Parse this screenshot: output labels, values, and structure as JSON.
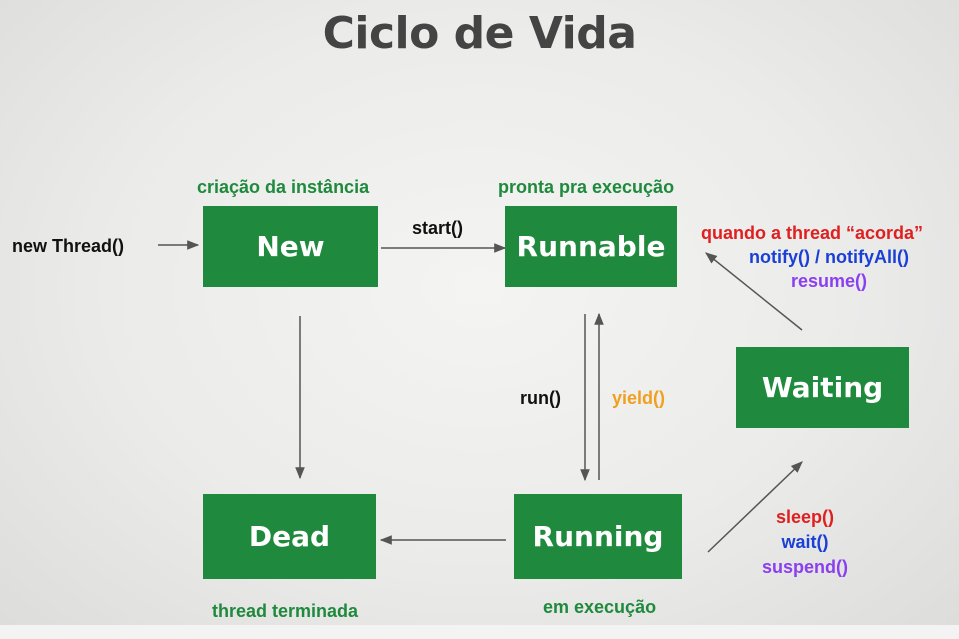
{
  "title": "Ciclo de Vida",
  "states": {
    "new": "New",
    "runnable": "Runnable",
    "waiting": "Waiting",
    "dead": "Dead",
    "running": "Running"
  },
  "labels": {
    "creation": "criação da instância",
    "ready": "pronta pra execução",
    "terminated": "thread terminada",
    "executing": "em execução",
    "new_thread": "new Thread()",
    "start": "start()",
    "run": "run()",
    "yield": "yield()"
  },
  "wake": {
    "caption": "quando a thread “acorda”",
    "notify": "notify() / notifyAll()",
    "resume": "resume()"
  },
  "sleep": {
    "sleep": "sleep()",
    "wait": "wait()",
    "suspend": "suspend()"
  },
  "colors": {
    "state_fill": "#1f8a3d",
    "green_text": "#1f8a3d",
    "red_text": "#e02020",
    "blue_text": "#1a3fd6",
    "purple_text": "#8a3ff0",
    "orange_text": "#f0a020",
    "arrow": "#555555"
  }
}
